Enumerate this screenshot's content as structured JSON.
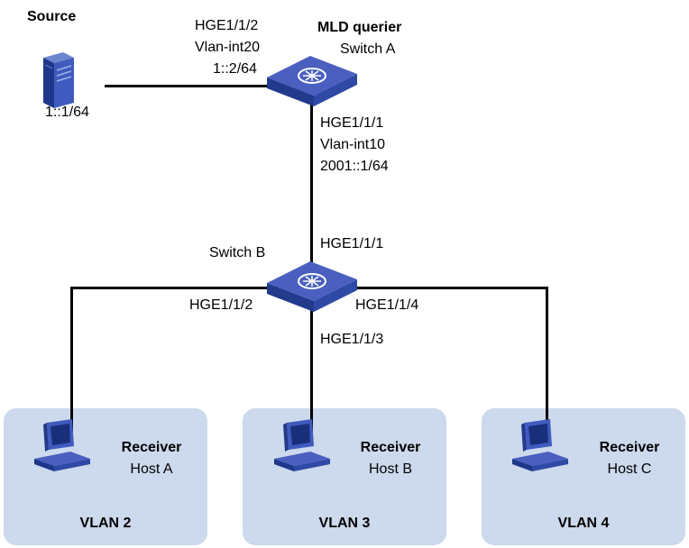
{
  "source": {
    "title": "Source",
    "address": "1::1/64"
  },
  "switch_a": {
    "role": "MLD querier",
    "name": "Switch A",
    "uplink": {
      "port": "HGE1/1/2",
      "vlan_if": "Vlan-int20",
      "address": "1::2/64"
    },
    "downlink": {
      "port": "HGE1/1/1",
      "vlan_if": "Vlan-int10",
      "address": "2001::1/64"
    }
  },
  "switch_b": {
    "name": "Switch B",
    "ports": {
      "up": "HGE1/1/1",
      "left": "HGE1/1/2",
      "down": "HGE1/1/3",
      "right": "HGE1/1/4"
    }
  },
  "hosts": [
    {
      "role": "Receiver",
      "name": "Host A",
      "vlan": "VLAN 2"
    },
    {
      "role": "Receiver",
      "name": "Host B",
      "vlan": "VLAN 3"
    },
    {
      "role": "Receiver",
      "name": "Host C",
      "vlan": "VLAN 4"
    }
  ],
  "colors": {
    "switch_top": "#4a5fc0",
    "switch_side": "#223a8c",
    "vlan_bg": "#cdd9ec",
    "link": "#000000"
  },
  "icons": {
    "switch": "layer3-switch-icon",
    "server": "server-icon",
    "host": "desktop-pc-icon"
  }
}
